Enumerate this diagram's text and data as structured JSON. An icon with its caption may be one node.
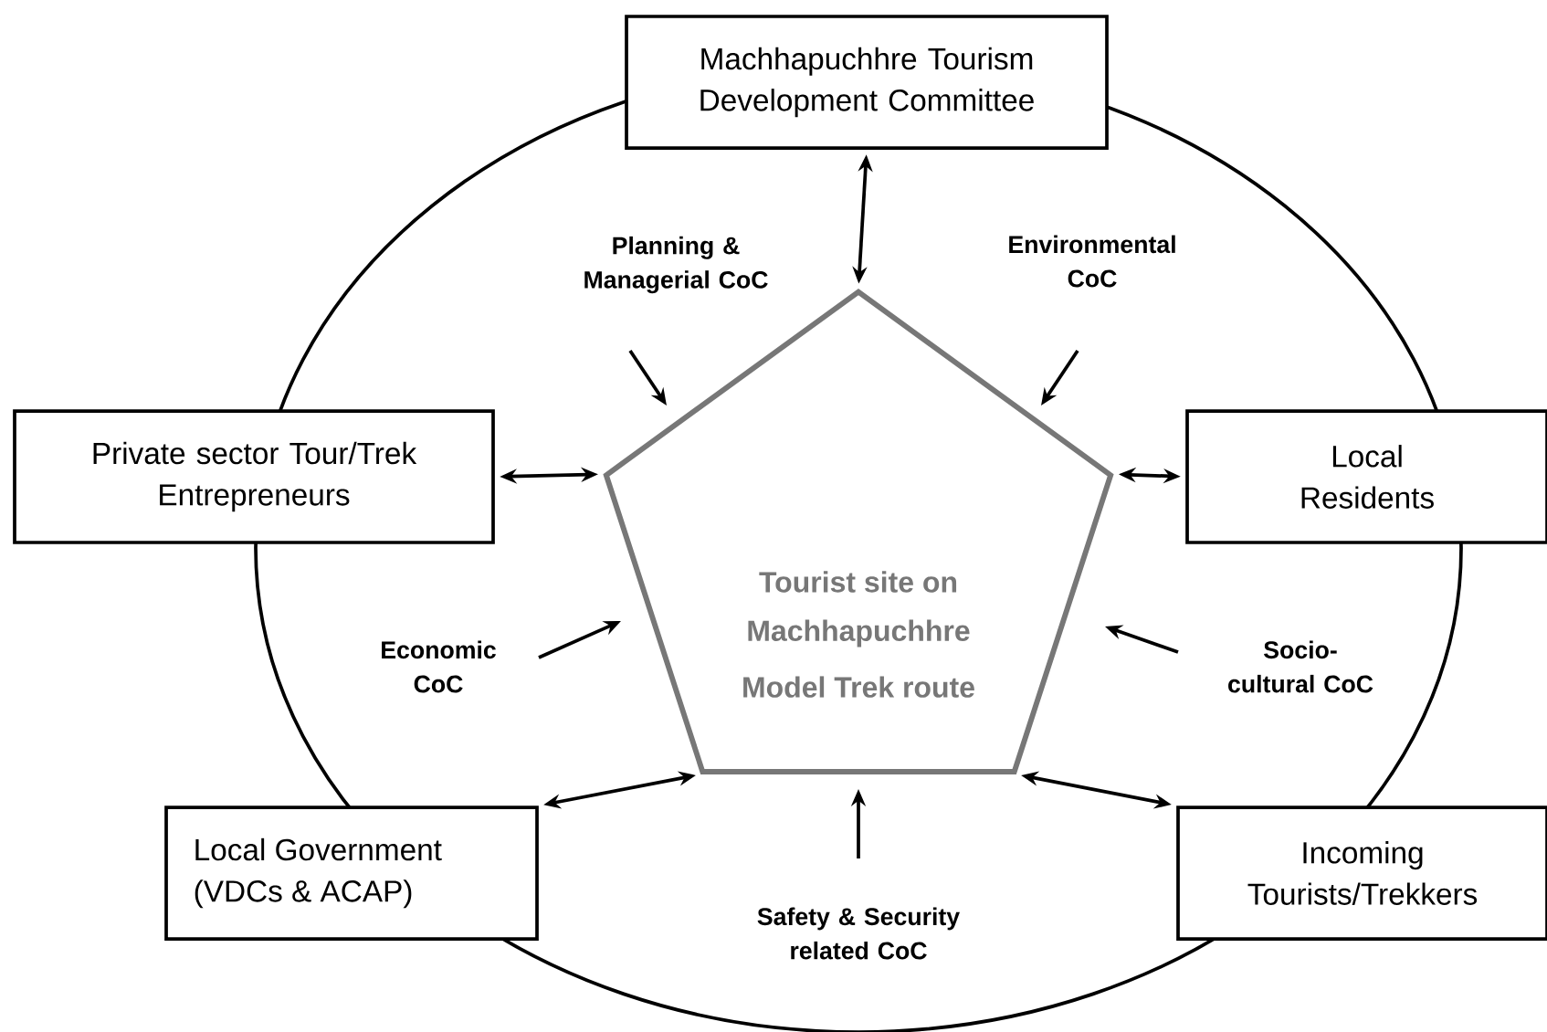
{
  "diagram": {
    "nodes": [
      {
        "text": [
          "Machhapuchhre Tourism Development Committee"
        ]
      },
      {
        "text": [
          "Private sector Tour/Trek Entrepreneurs"
        ]
      },
      {
        "text": [
          "Tourist site on Machhapuchhre",
          "Model Trek route"
        ]
      },
      {
        "text": [
          "Local Residents"
        ]
      },
      {
        "text": [
          "Local Government (VDCs & ACAP)"
        ]
      },
      {
        "text": [
          "Incoming Tourists/Trekkers"
        ]
      },
      {
        "text": [
          "Planning & Managerial CoC"
        ]
      },
      {
        "text": [
          "Environmental CoC"
        ]
      },
      {
        "text": [
          "Economic CoC"
        ]
      },
      {
        "text": [
          "Socio-cultural CoC"
        ]
      },
      {
        "text": [
          "Safety & Security related CoC"
        ]
      }
    ],
    "edges": [
      {
        "from": 0,
        "to": 2,
        "arrow": "both"
      },
      {
        "from": 1,
        "to": 2,
        "arrow": "both"
      },
      {
        "from": 2,
        "to": 3,
        "arrow": "both"
      },
      {
        "from": 4,
        "to": 2,
        "arrow": "both"
      },
      {
        "from": 2,
        "to": 5,
        "arrow": "both"
      },
      {
        "from": 6,
        "to": 2,
        "arrow": "to"
      },
      {
        "from": 7,
        "to": 2,
        "arrow": "to"
      },
      {
        "from": 8,
        "to": 2,
        "arrow": "to"
      },
      {
        "from": 9,
        "to": 2,
        "arrow": "to"
      },
      {
        "from": 10,
        "to": 2,
        "arrow": "to"
      }
    ]
  }
}
